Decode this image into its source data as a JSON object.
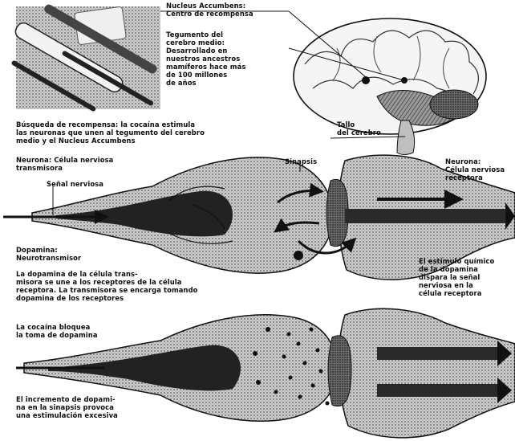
{
  "labels": {
    "nucleus": [
      "Nucleus Accumbens:",
      "Centro de recompensa"
    ],
    "tegmento": [
      "Tegumento del",
      "cerebro medio:",
      "Desarrollado en",
      "nuestros ancestros",
      "mamíferos hace más",
      "de 100 millones",
      "de años"
    ],
    "tallo": [
      "Tallo",
      "del cerebro"
    ],
    "busqueda": [
      "Búsqueda de recompensa: la cocaína estimula",
      "las neuronas que unen al tegumento del cerebro",
      "medio y el Nucleus Accumbens"
    ],
    "neurona_transmisora": [
      "Neurona: Célula nerviosa",
      "transmisora"
    ],
    "sinapsis": [
      "Sinapsis"
    ],
    "neurona_receptora": [
      "Neurona:",
      "Célula nerviosa",
      "receptora"
    ],
    "senal": [
      "Señal nerviosa"
    ],
    "dopamina": [
      "Dopamina:",
      "Neurotransmisor"
    ],
    "dopamina_desc": [
      "La dopamina de la célula trans-",
      "misora se une a los receptores de la célula",
      "receptora. La transmisora se encarga tomando",
      "dopamina de los receptores"
    ],
    "estimulo": [
      "El estímulo químico",
      "de la dopamina",
      "dispara la señal",
      "nerviosa en la",
      "célula receptora"
    ],
    "cocaina": [
      "La cocaína bloquea",
      "la toma de dopamina"
    ],
    "incremento": [
      "El incremento de dopami-",
      "na en la sinapsis provoca",
      "una estimulación excesiva"
    ]
  },
  "colors": {
    "ink": "#111111",
    "tone_dark": "#3a3a3a",
    "tone_mid": "#8a8a8a",
    "tone_light": "#c9c9c9",
    "paper": "#ffffff"
  },
  "icons": [
    "cocaine-lines-icon",
    "brain-icon",
    "arrow-icon"
  ]
}
